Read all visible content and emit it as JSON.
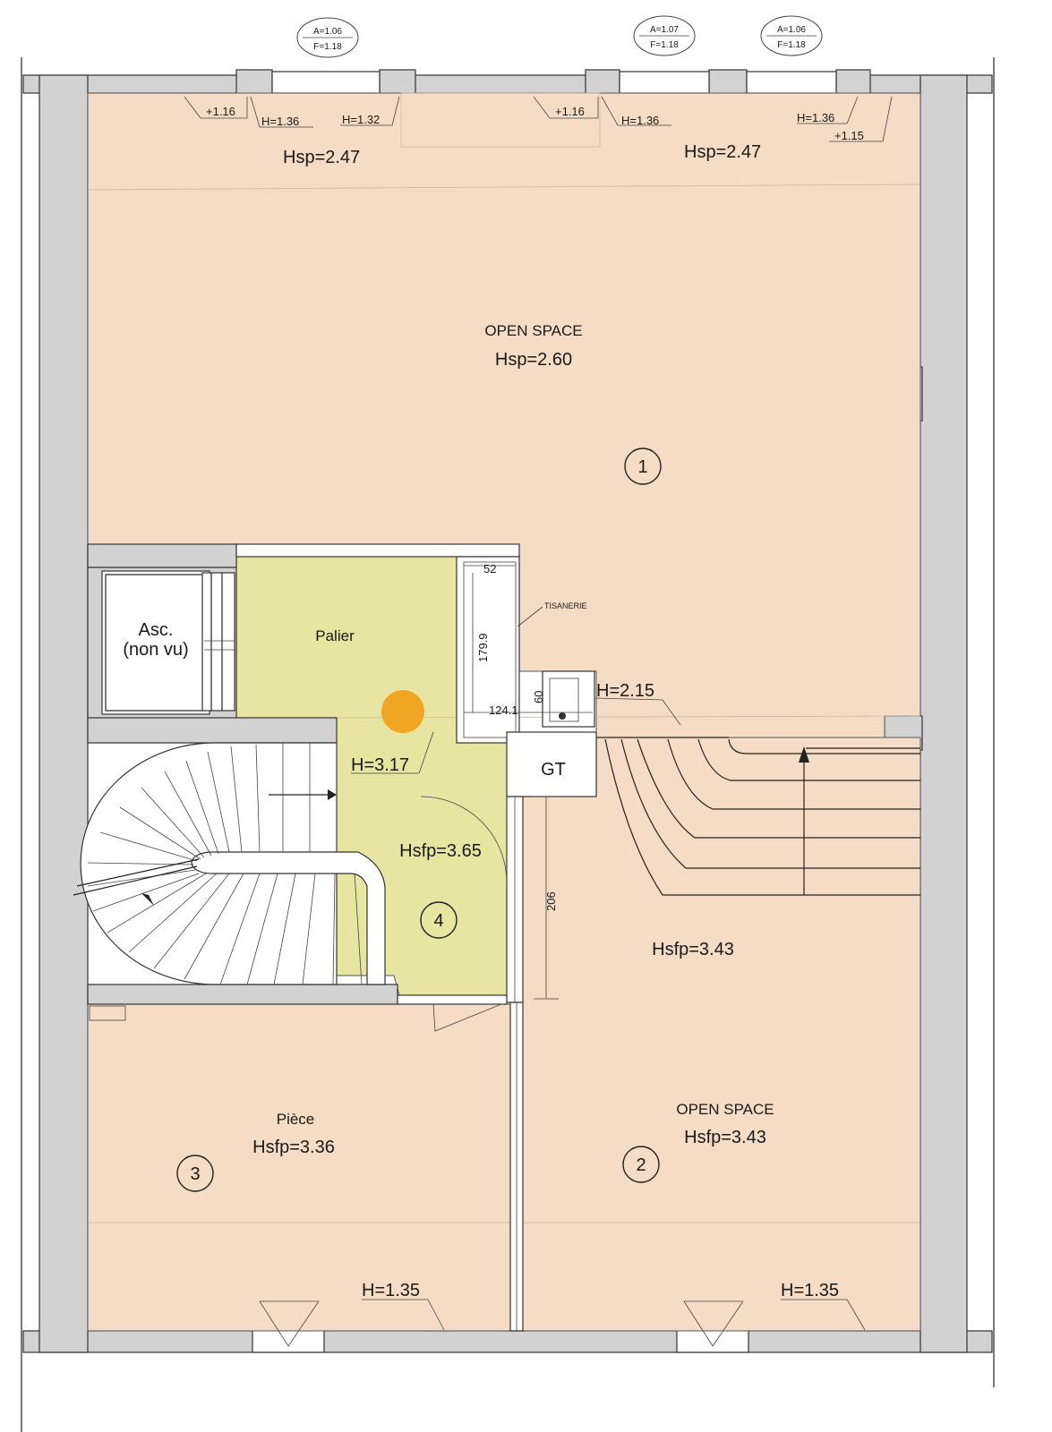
{
  "rooms": {
    "room1": {
      "name": "OPEN SPACE",
      "height": "Hsp=2.60",
      "number": "1"
    },
    "room2": {
      "name": "OPEN SPACE",
      "height": "Hsfp=3.43",
      "number": "2"
    },
    "room3": {
      "name": "Pièce",
      "height": "Hsfp=3.36",
      "number": "3"
    },
    "room4": {
      "height": "Hsfp=3.65",
      "number": "4"
    },
    "landing": {
      "name": "Palier",
      "height": "H=3.17"
    },
    "elevator": {
      "line1": "Asc.",
      "line2": "(non vu)"
    },
    "stair_lobby": {
      "height": "Hsfp=3.43"
    },
    "kitchenette": {
      "name": "TISANERIE",
      "height": "H=2.15"
    },
    "gt": {
      "name": "GT"
    }
  },
  "top_annotations": {
    "hsp_left": "Hsp=2.47",
    "hsp_right": "Hsp=2.47",
    "sill_1": "+1.16",
    "h_1": "H=1.36",
    "h_2": "H=1.32",
    "sill_2": "+1.16",
    "h_3": "H=1.36",
    "h_4": "H=1.36",
    "sill_3": "+1.15"
  },
  "bottom_annotations": {
    "h_left": "H=1.35",
    "h_right": "H=1.35"
  },
  "windows": [
    {
      "a": "A=1.06",
      "f": "F=1.18"
    },
    {
      "a": "A=1.07",
      "f": "F=1.18"
    },
    {
      "a": "A=1.06",
      "f": "F=1.18"
    }
  ],
  "dimensions": {
    "d52": "52",
    "d179": "179.9",
    "d124": "124.1",
    "d60": "60",
    "d206": "206"
  },
  "colors": {
    "room_fill": "#f5dcc6",
    "landing_fill": "#e8e4a2",
    "wall_fill": "#d2d2d2",
    "marker": "#f0a623"
  }
}
